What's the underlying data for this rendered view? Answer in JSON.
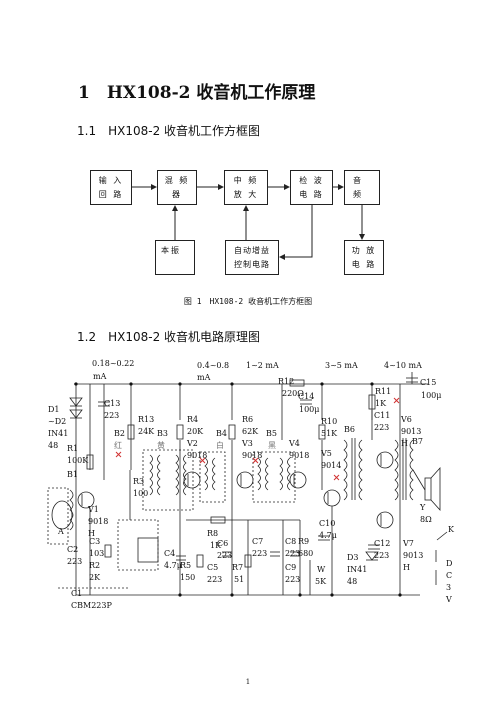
{
  "title": "1　HX108-2 收音机工作原理",
  "section1": "1.1　HX108-2 收音机工作方框图",
  "section2": "1.2　HX108-2 收音机电路原理图",
  "block_diagram": {
    "caption": "图 1　HX108-2 收音机工作方框图",
    "boxes": {
      "input": [
        "输  入",
        "回  路"
      ],
      "mixer": [
        "混  频",
        "器"
      ],
      "if_amp": [
        "中  频",
        "放  大"
      ],
      "detector": [
        "检  波",
        "电  路"
      ],
      "audio": [
        "音",
        "频"
      ],
      "local_osc": [
        "本振"
      ],
      "agc": [
        "自动增益",
        "控制电路"
      ],
      "power_amp": [
        "功  放",
        "电  路"
      ]
    }
  },
  "schematic": {
    "labels": [
      "0.18~0.22",
      "mA",
      "0.4~0.8",
      "mA",
      "1~2 mA",
      "3~5 mA",
      "4~10 mA",
      "R12",
      "220Ω",
      "C15",
      "100μ",
      "C14",
      "100μ",
      "D1",
      "~D2",
      "IN41",
      "48",
      "R1",
      "100K",
      "B1",
      "C13",
      "223",
      "R13",
      "24K",
      "B2",
      "红",
      "B3",
      "黄",
      "R4",
      "20K",
      "V2",
      "9018",
      "B4",
      "白",
      "R6",
      "62K",
      "V3",
      "9018",
      "B5",
      "黑",
      "V4",
      "9018",
      "R10",
      "51K",
      "B6",
      "R11",
      "1K",
      "C11",
      "223",
      "V6",
      "9013",
      "H",
      "B7",
      "V1",
      "9018",
      "H",
      "C3",
      "103",
      "R2",
      "2K",
      "C2",
      "223",
      "C1",
      "CBM223P",
      "A",
      "R3",
      "100",
      "C4",
      "4.7μ",
      "R5",
      "150",
      "C5",
      "223",
      "R8",
      "1K",
      "C6",
      "223",
      "R7",
      "51",
      "C7",
      "223",
      "C8",
      "223",
      "R9",
      "680",
      "C9",
      "223",
      "V5",
      "9014",
      "C10",
      "4.7μ",
      "W",
      "5K",
      "D3",
      "IN41",
      "48",
      "C12",
      "223",
      "V7",
      "9013",
      "H",
      "Y",
      "8Ω",
      "K",
      "D",
      "C",
      "3",
      "V"
    ]
  },
  "page_number": "1"
}
